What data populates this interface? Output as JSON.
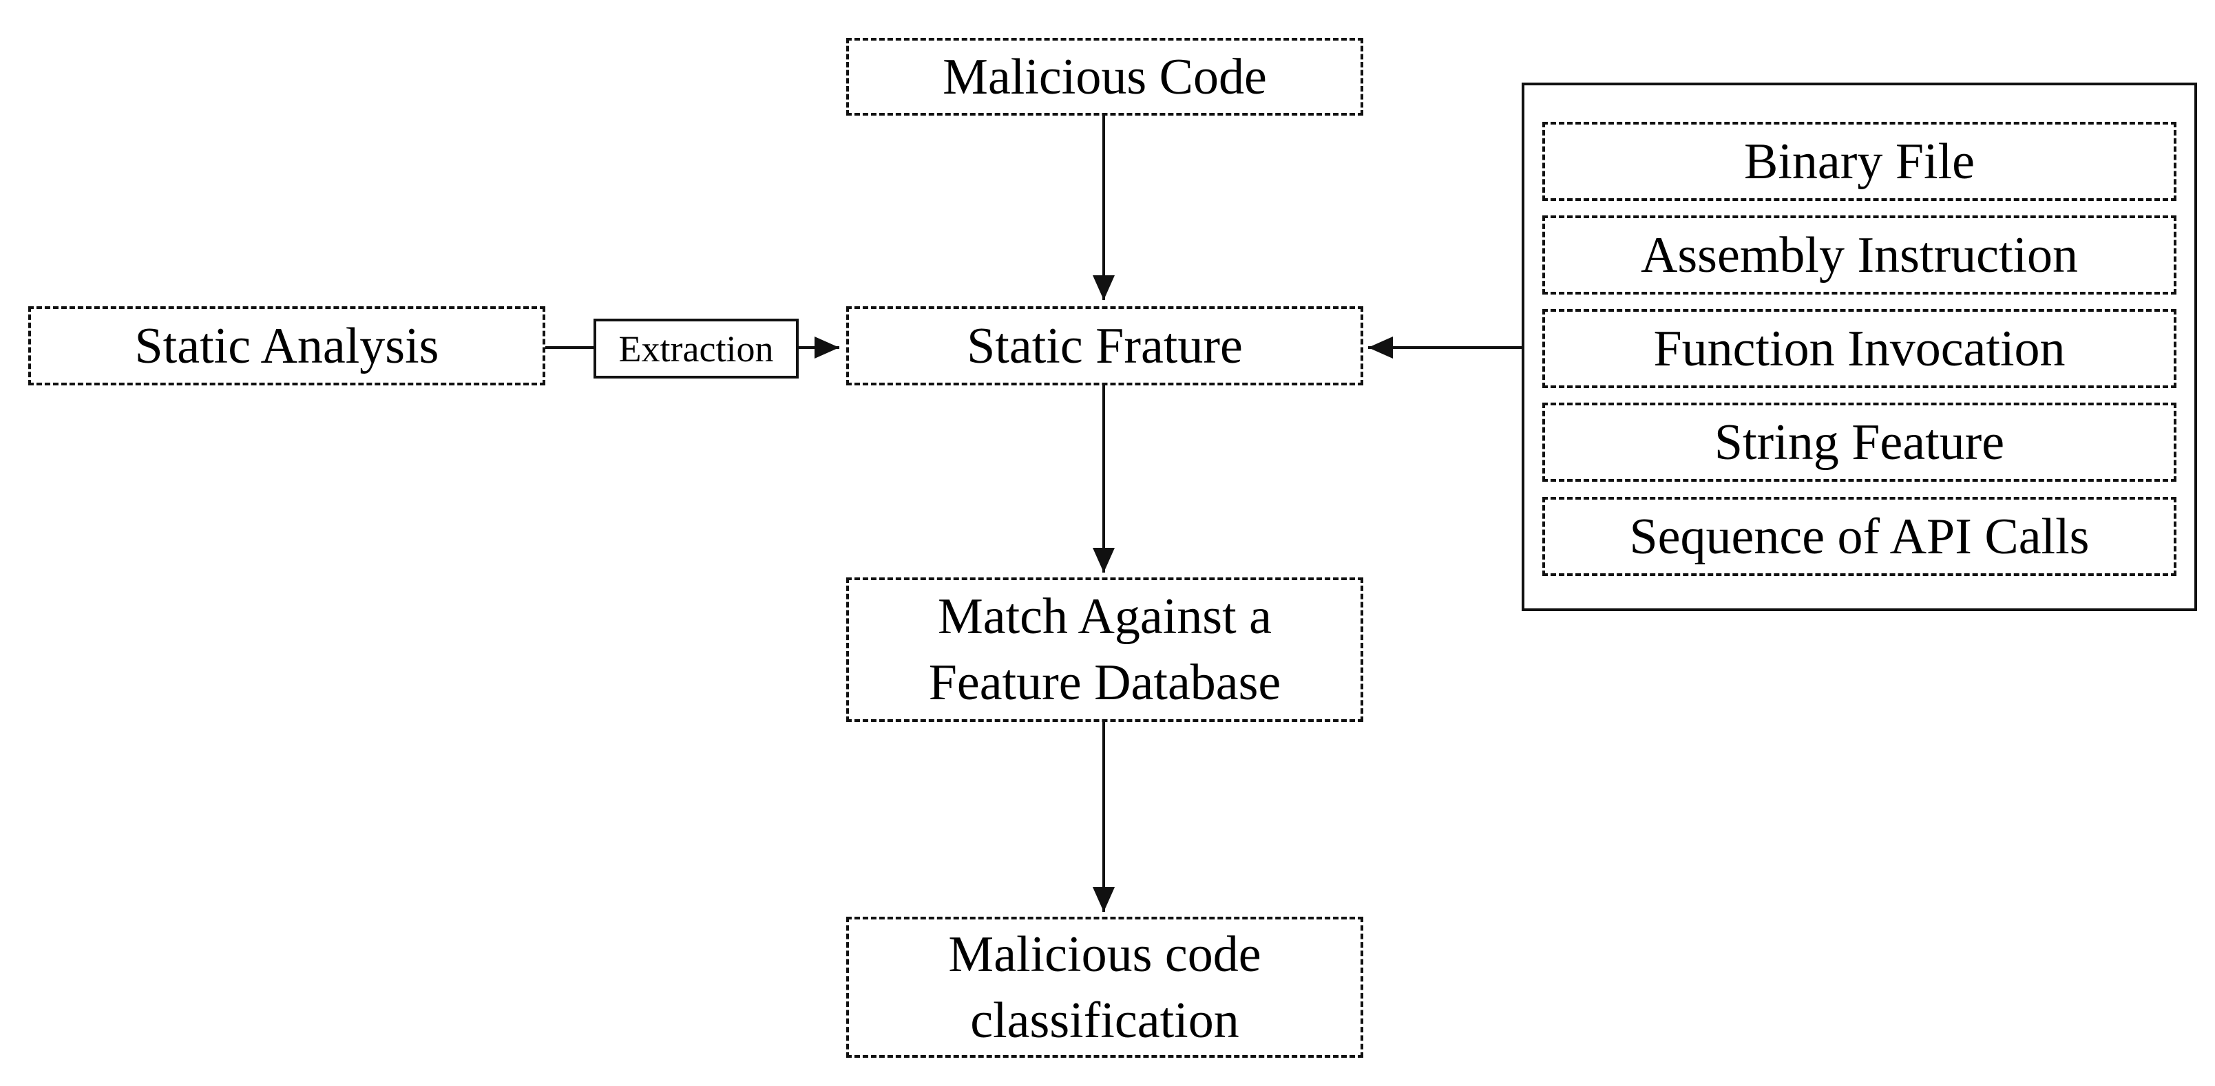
{
  "nodes": {
    "malicious_code": "Malicious Code",
    "static_analysis": "Static Analysis",
    "extraction": "Extraction",
    "static_feature": "Static Frature",
    "match_database": [
      "Match Against a",
      "Feature Database"
    ],
    "classification": [
      "Malicious code",
      "classification"
    ]
  },
  "feature_types": [
    "Binary File",
    "Assembly Instruction",
    "Function Invocation",
    "String Feature",
    "Sequence of API Calls"
  ],
  "colors": {
    "stroke": "#111111",
    "background": "#ffffff"
  }
}
